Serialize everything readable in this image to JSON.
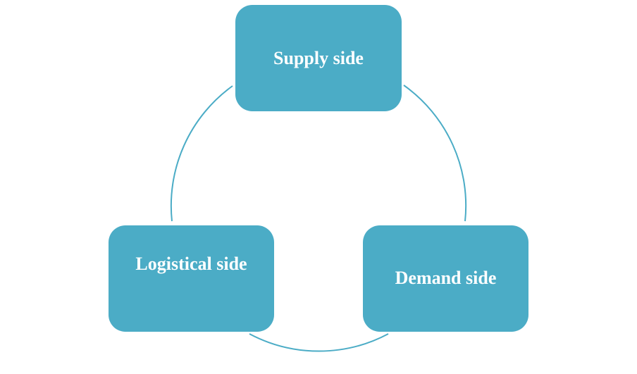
{
  "diagram": {
    "nodes": {
      "supply": "Supply side",
      "logistical": "Logistical side",
      "demand": "Demand side"
    },
    "colors": {
      "node_fill": "#4bacc6",
      "connector": "#4bacc6",
      "node_text": "#ffffff"
    }
  }
}
